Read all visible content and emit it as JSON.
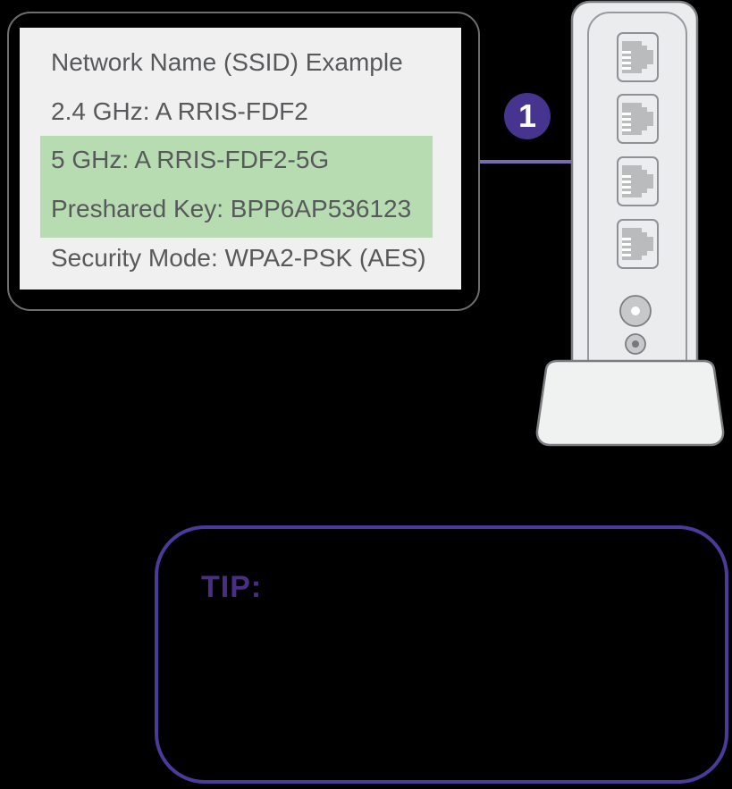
{
  "label_card": {
    "lines": [
      {
        "text": "Network Name (SSID) Example",
        "highlighted": false
      },
      {
        "text": "2.4 GHz: A RRIS-FDF2",
        "highlighted": false
      },
      {
        "text": "5 GHz: A RRIS-FDF2-5G",
        "highlighted": true
      },
      {
        "text": "Preshared Key: BPP6AP536123",
        "highlighted": true
      },
      {
        "text": "Security Mode: WPA2-PSK (AES)",
        "highlighted": false
      }
    ]
  },
  "step_badge": {
    "number": "1"
  },
  "tip": {
    "label": "TIP:"
  },
  "device": {
    "type": "cable-modem-router-rear-view",
    "ethernet_ports": 4,
    "connectors": [
      "coax-connector",
      "reset-button"
    ]
  },
  "colors": {
    "background": "#000000",
    "label_border": "#6d6e71",
    "label_panel": "#f0f0f1",
    "label_text": "#58595b",
    "highlight_green": "#b7dcb1",
    "badge_purple": "#46348f",
    "callout_line_purple": "#7a6ab0",
    "tip_border_purple": "#4a3a9a",
    "tip_text_purple": "#4a2e85",
    "device_body": "#ebeced",
    "device_stroke": "#7b7d80",
    "port_fill": "#ecedee",
    "jack_gray": "#b9bbbd"
  }
}
